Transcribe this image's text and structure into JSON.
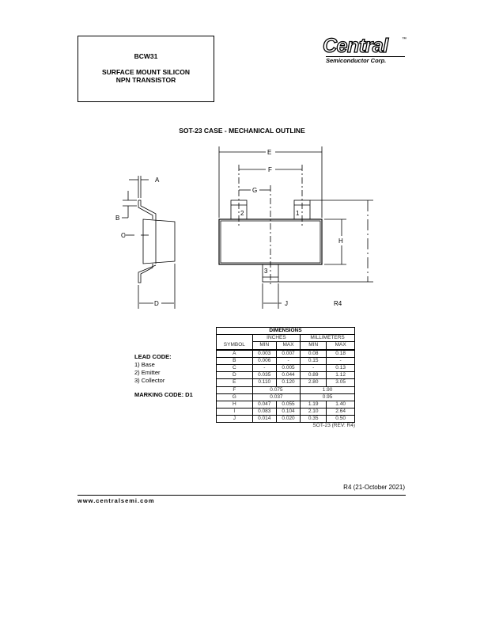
{
  "header": {
    "part": "BCW31",
    "line1": "SURFACE MOUNT SILICON",
    "line2": "NPN TRANSISTOR",
    "logo_main": "Central",
    "logo_sub": "Semiconductor Corp.",
    "logo_tm": "™"
  },
  "outline_title": "SOT-23 CASE - MECHANICAL OUTLINE",
  "drawing": {
    "labels": {
      "A": "A",
      "B": "B",
      "C": "C",
      "D": "D",
      "E": "E",
      "F": "F",
      "G": "G",
      "H": "H",
      "J": "J",
      "pin1": "1",
      "pin2": "2",
      "pin3": "3",
      "rev": "R4"
    }
  },
  "lead_code": {
    "title": "LEAD CODE:",
    "items": [
      "1) Base",
      "2) Emitter",
      "3) Collector"
    ],
    "marking": "MARKING CODE: D1"
  },
  "dimensions": {
    "title": "DIMENSIONS",
    "inches": "INCHES",
    "millimeters": "MILLIMETERS",
    "symbol": "SYMBOL",
    "min": "MIN",
    "max": "MAX",
    "rows": [
      [
        "A",
        "0.003",
        "0.007",
        "0.08",
        "0.18"
      ],
      [
        "B",
        "0.006",
        "-",
        "0.15",
        "-"
      ],
      [
        "C",
        "-",
        "0.005",
        "-",
        "0.13"
      ],
      [
        "D",
        "0.035",
        "0.044",
        "0.89",
        "1.12"
      ],
      [
        "E",
        "0.110",
        "0.120",
        "2.80",
        "3.05"
      ],
      [
        "F",
        "0.075",
        "",
        "1.90",
        ""
      ],
      [
        "G",
        "0.037",
        "",
        "0.95",
        ""
      ],
      [
        "H",
        "0.047",
        "0.055",
        "1.19",
        "1.40"
      ],
      [
        "I",
        "0.083",
        "0.104",
        "2.10",
        "2.64"
      ],
      [
        "J",
        "0.014",
        "0.020",
        "0.35",
        "0.50"
      ]
    ],
    "note": "SOT-23 (REV: R4)"
  },
  "footer": {
    "revision": "R4 (21-October 2021)",
    "website": "www.centralsemi.com"
  }
}
